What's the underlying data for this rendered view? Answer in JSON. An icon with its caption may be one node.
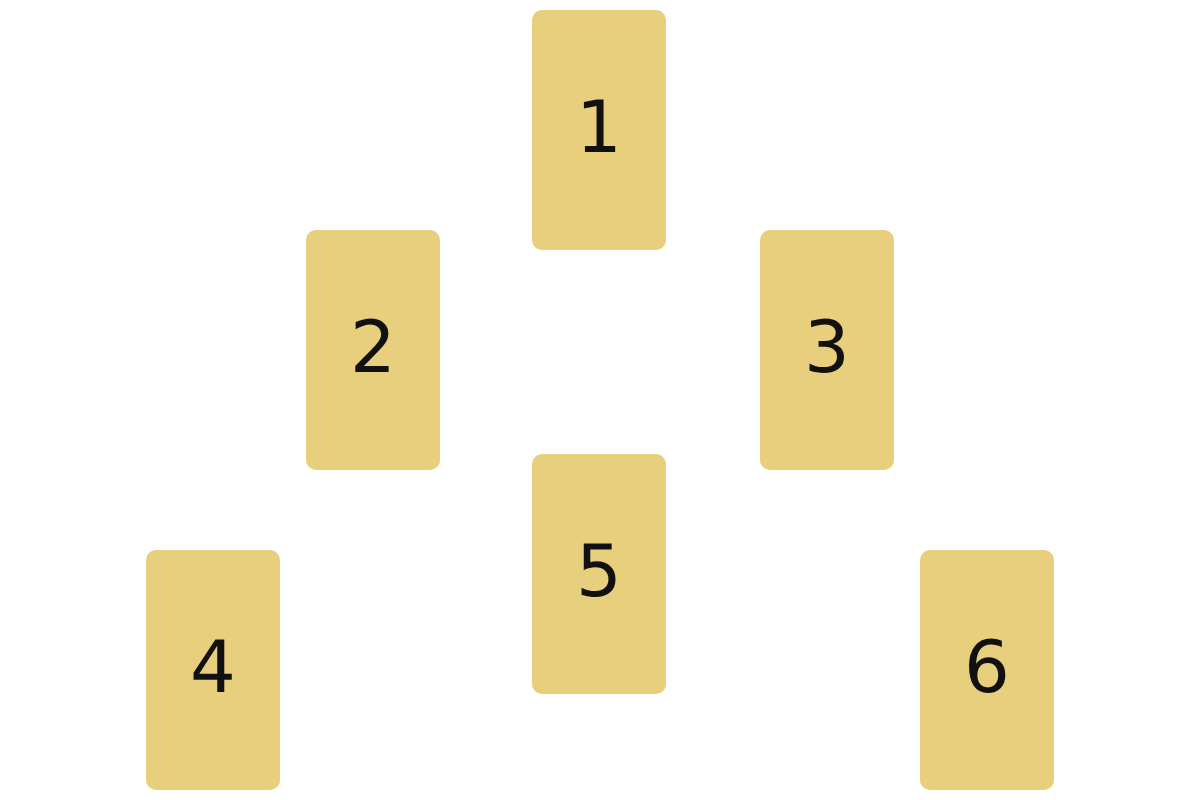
{
  "diagram": {
    "nodes": [
      {
        "text": [
          "1"
        ]
      },
      {
        "text": [
          "2"
        ]
      },
      {
        "text": [
          "3"
        ]
      },
      {
        "text": [
          "5"
        ]
      },
      {
        "text": [
          "4"
        ]
      },
      {
        "text": [
          "6"
        ]
      }
    ]
  }
}
